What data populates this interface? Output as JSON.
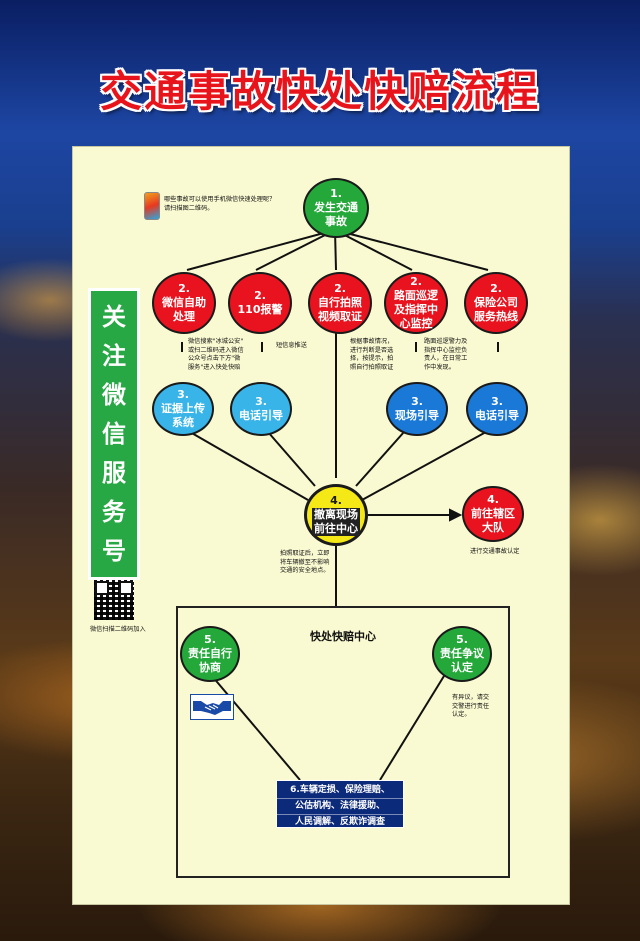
{
  "title": "交通事故快处快赔流程",
  "sidebar": {
    "wechat_chars": [
      "关",
      "注",
      "微",
      "信",
      "服",
      "务",
      "号"
    ],
    "qr_caption": "微信扫描二维码加入"
  },
  "notes": {
    "top": "哪些事故可以使用手机微信快速处理呢？\n请扫描图二维码。",
    "wechat": "微信搜索\"冰城公安\"\n或扫二维码进入微信\n公众号点击下方\"微\n服务\"进入快处快赔",
    "sms": "短信息推送",
    "video": "根据事故情况，\n进行判断是否选\n择，按提示，拍\n照自行拍照取证",
    "patrol": "路面巡逻警力及\n指挥中心监控负\n责人，在日常工\n作中发现。",
    "evacuate": "拍照取证后，立即\n将车辆撤至不影响\n交通的安全地点。",
    "brigade": "进行交通事故认定",
    "dispute": "有异议，请交\n交警进行责任\n认定。"
  },
  "nodes": {
    "n1": {
      "num": "1.",
      "label": "发生交通\n事故"
    },
    "n2a": {
      "num": "2.",
      "label": "微信自助\n处理"
    },
    "n2b": {
      "num": "2.",
      "label": "110报警"
    },
    "n2c": {
      "num": "2.",
      "label": "自行拍照\n视频取证"
    },
    "n2d": {
      "num": "2.",
      "label": "路面巡逻\n及指挥中\n心监控"
    },
    "n2e": {
      "num": "2.",
      "label": "保险公司\n服务热线"
    },
    "n3a": {
      "num": "3.",
      "label": "证据上传\n系统"
    },
    "n3b": {
      "num": "3.",
      "label": "电话引导"
    },
    "n3c": {
      "num": "3.",
      "label": "现场引导"
    },
    "n3d": {
      "num": "3.",
      "label": "电话引导"
    },
    "n4": {
      "num": "4.",
      "label": "撤离现场\n前往中心"
    },
    "n4b": {
      "num": "4.",
      "label": "前往辖区\n大队"
    },
    "n5a": {
      "num": "5.",
      "label": "责任自行\n协商"
    },
    "n5b": {
      "num": "5.",
      "label": "责任争议\n认定"
    }
  },
  "center": {
    "title": "快处快赔中心",
    "result_lines": [
      "6.车辆定损、保险理赔、",
      "公估机构、法律援助、",
      "人民调解、反欺诈调查"
    ]
  },
  "colors": {
    "title_red": "#e8141c",
    "panel_bg": "#fafad2",
    "node_red": "#e8131e",
    "node_green": "#24a83a",
    "node_blue": "#1a78d6",
    "node_cyan": "#38b4e8",
    "node_yellow": "#f4e816",
    "result_bg": "#0c2a7a"
  }
}
